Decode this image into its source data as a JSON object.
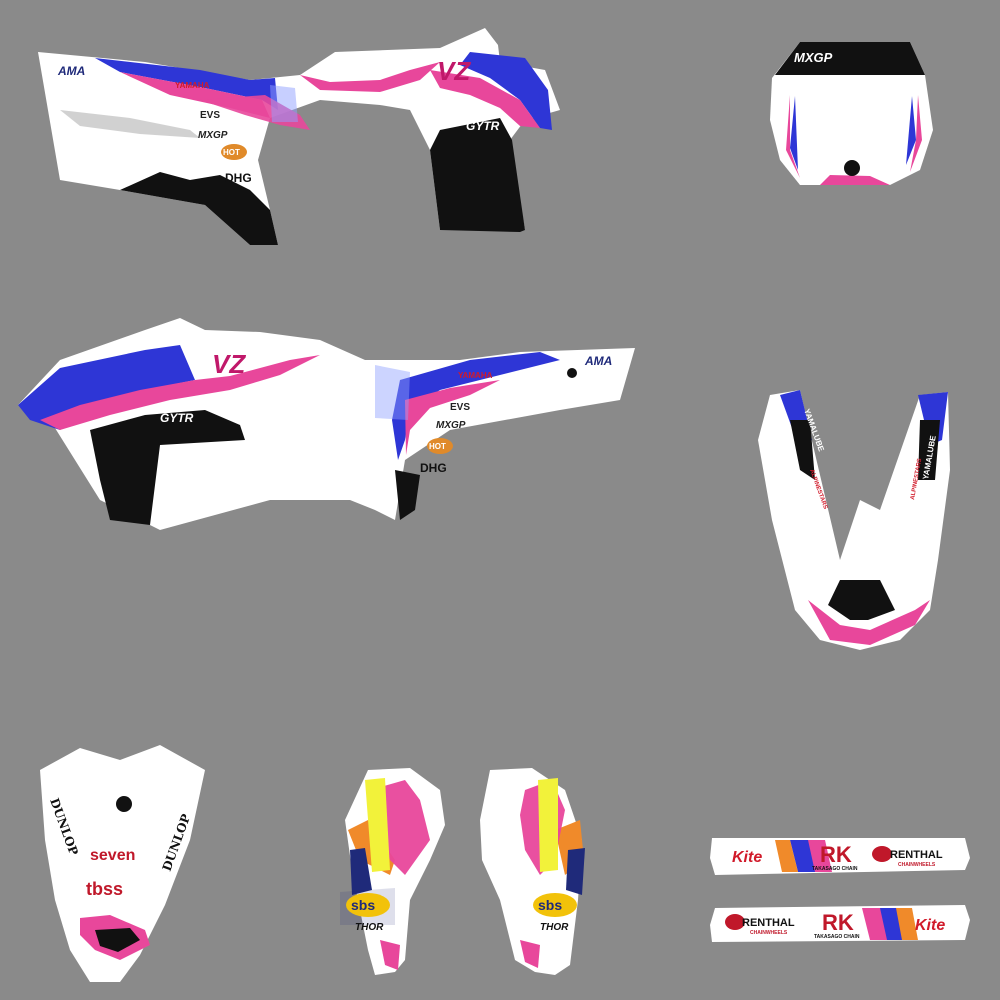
{
  "colors": {
    "background": "#8a8a8a",
    "panel": "#ffffff",
    "pink": "#e8479b",
    "blue": "#2e36d6",
    "black": "#111111",
    "yellow": "#f2f23a",
    "orange": "#f08a2a",
    "navy": "#1f2a7a",
    "red": "#d11a2a"
  },
  "shroud_left": {
    "logo_ama": "AMA",
    "logo_wordmark": "YAMAHA",
    "logo_vz": "VZ",
    "logo_evs": "EVS",
    "logo_mxgp": "MXGP",
    "logo_hot": "HOT",
    "logo_dhg": "DHG",
    "logo_gytr": "GYTR"
  },
  "shroud_right": {
    "logo_ama": "AMA",
    "logo_wordmark": "YAMAHA",
    "logo_vz": "VZ",
    "logo_evs": "EVS",
    "logo_mxgp": "MXGP",
    "logo_hot": "HOT",
    "logo_dhg": "DHG",
    "logo_gytr": "GYTR"
  },
  "number_plate": {
    "logo_mxgp": "MXGP"
  },
  "fork_guard": {
    "left_text": "YAMALUBE",
    "right_text": "YAMALUBE",
    "left_small": "ALPINESTARS",
    "right_small": "ALPINESTARS"
  },
  "rear_fender": {
    "left_text": "DUNLOP",
    "right_text": "DUNLOP",
    "brand1": "seven",
    "brand2": "tbss"
  },
  "side_panels": {
    "left_logo": "sbs",
    "left_sub": "THOR",
    "right_logo": "sbs",
    "right_sub": "THOR"
  },
  "swingarm_top": {
    "brand1": "Kite",
    "brand2": "RK",
    "brand2_sub": "TAKASAGO CHAIN",
    "brand3": "RENTHAL",
    "brand3_sub": "CHAINWHEELS"
  },
  "swingarm_bottom": {
    "brand1": "RENTHAL",
    "brand1_sub": "CHAINWHEELS",
    "brand2": "RK",
    "brand2_sub": "TAKASAGO CHAIN",
    "brand3": "Kite"
  }
}
